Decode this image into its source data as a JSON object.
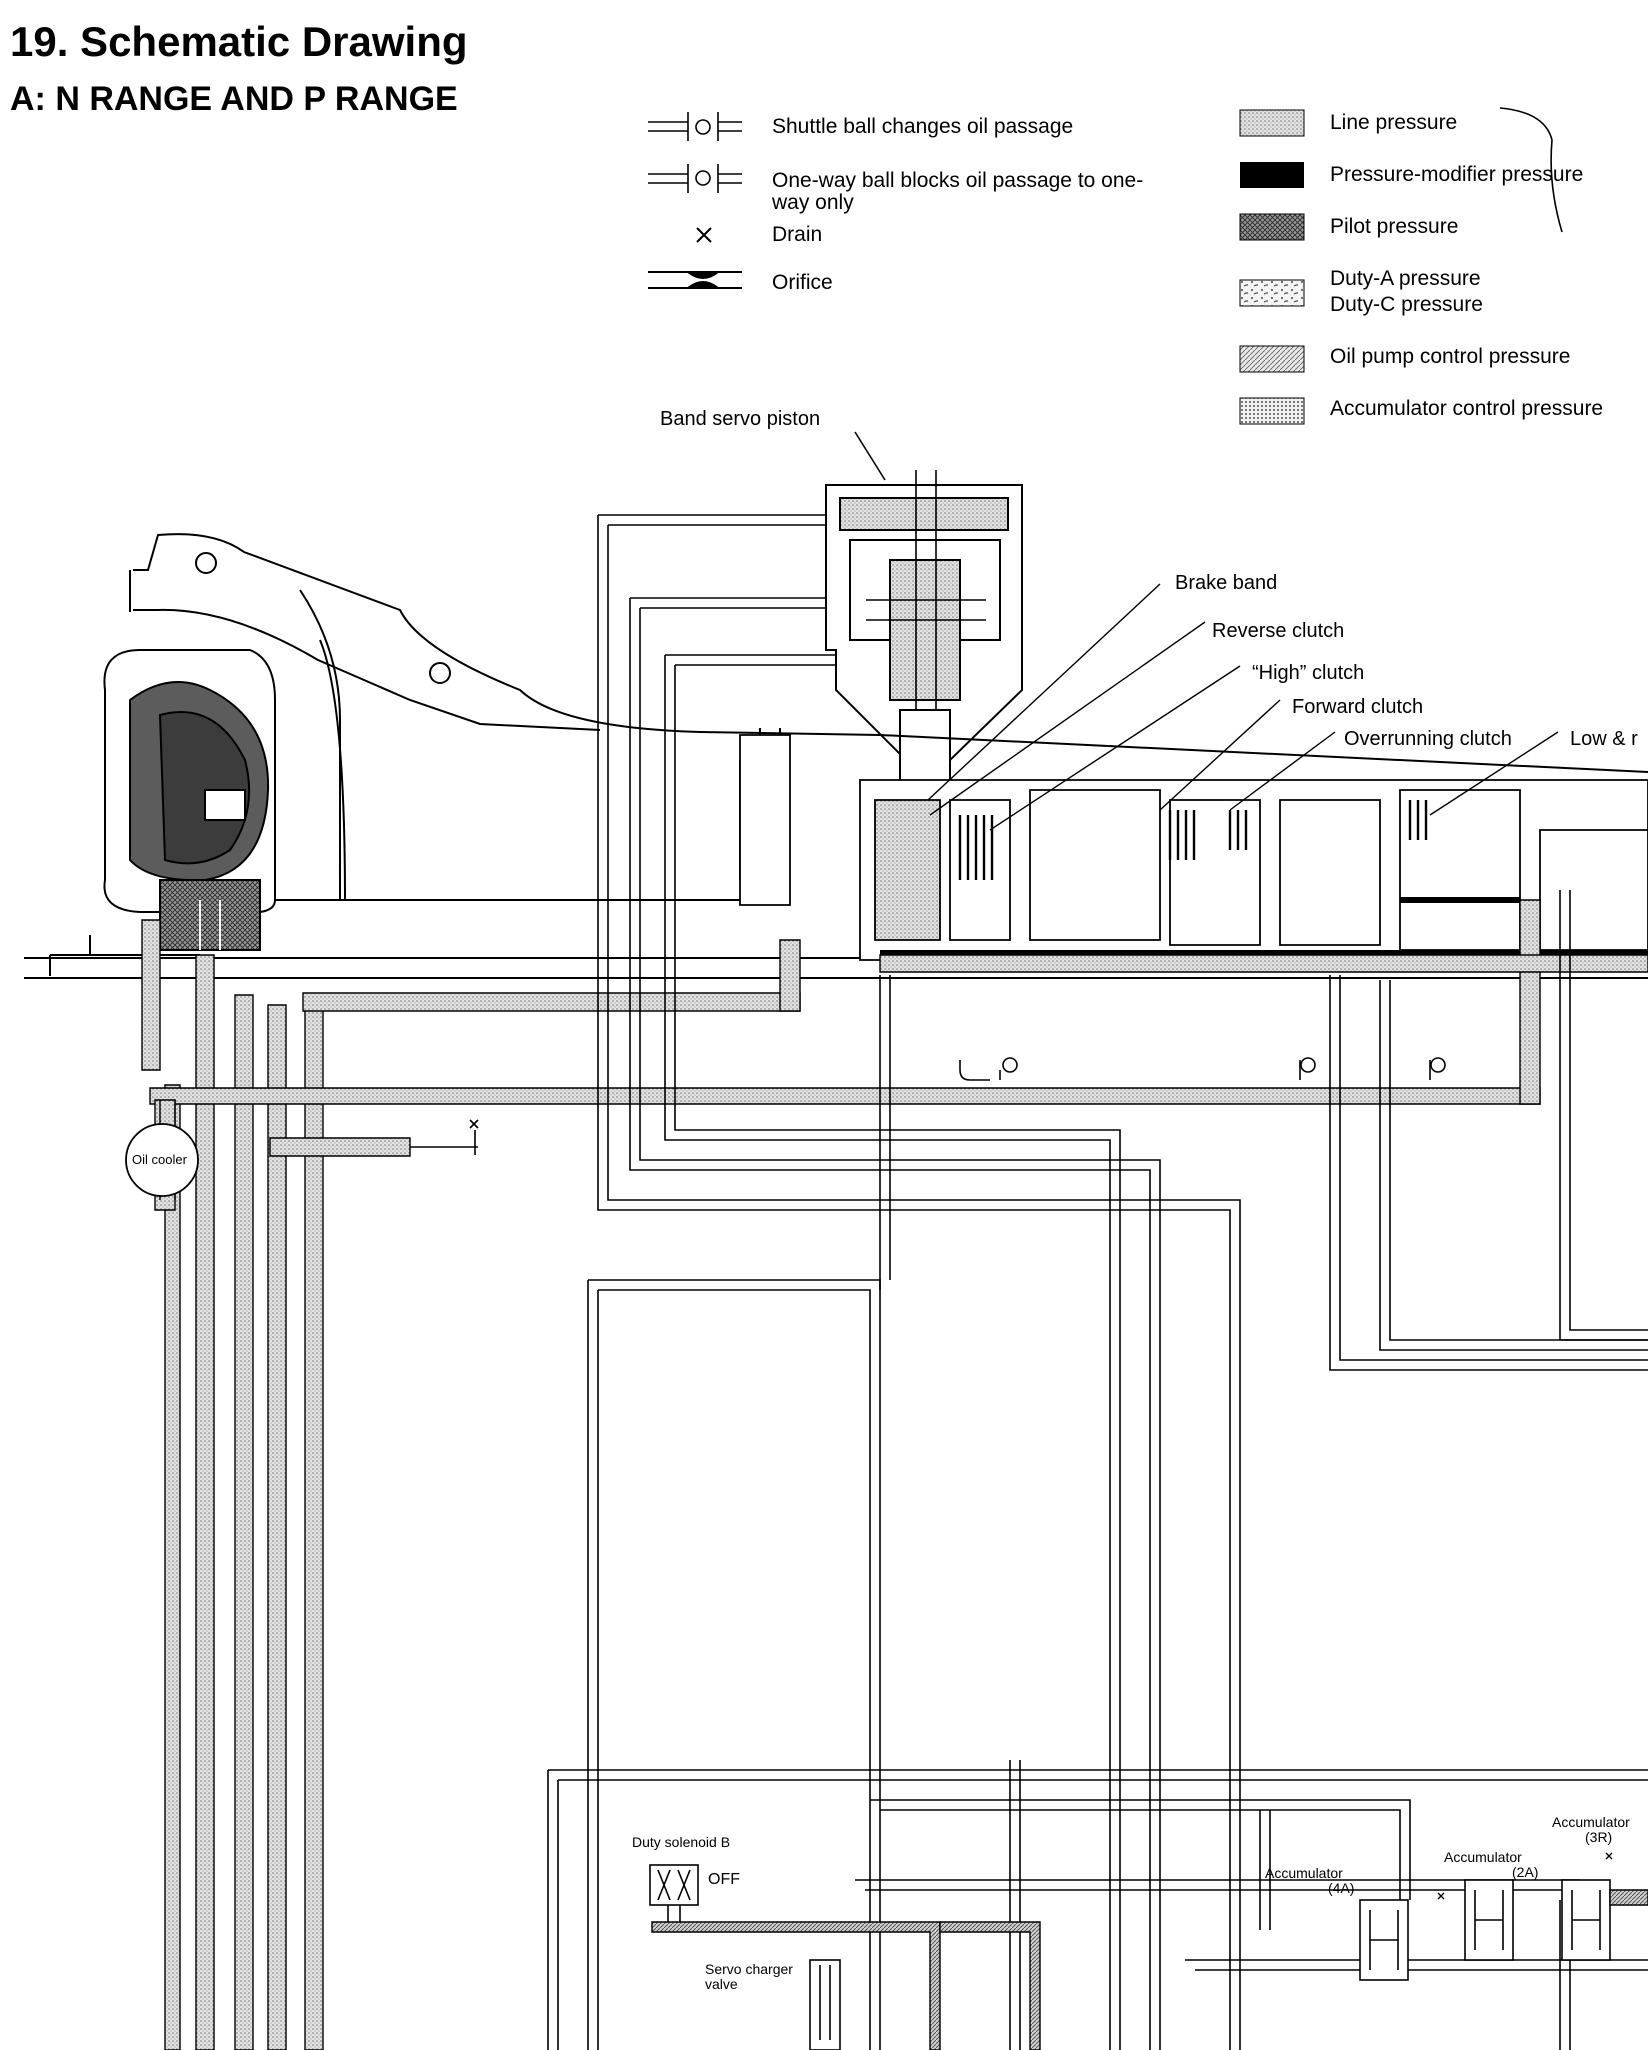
{
  "header": {
    "title": "19. Schematic Drawing",
    "subtitle": "A: N RANGE AND P RANGE"
  },
  "symbol_legend": [
    {
      "label": "Shuttle ball changes oil passage"
    },
    {
      "label": "One-way ball blocks oil passage to one-way only"
    },
    {
      "label": "Drain"
    },
    {
      "label": "Orifice"
    }
  ],
  "pressure_legend": [
    {
      "label": "Line pressure",
      "pattern": "line"
    },
    {
      "label": "Pressure-modifier pressure",
      "pattern": "solid"
    },
    {
      "label": "Pilot pressure",
      "pattern": "pilot"
    },
    {
      "label": "Duty-A pressure",
      "pattern": "duty"
    },
    {
      "label": "Duty-C pressure",
      "pattern": "duty"
    },
    {
      "label": "Oil pump control pressure",
      "pattern": "oilpump"
    },
    {
      "label": "Accumulator control pressure",
      "pattern": "accum"
    }
  ],
  "callouts": {
    "band_servo_piston": "Band servo piston",
    "brake_band": "Brake band",
    "reverse_clutch": "Reverse clutch",
    "high_clutch": "“High” clutch",
    "forward_clutch": "Forward clutch",
    "overrunning_clutch": "Overrunning clutch",
    "low_reverse": "Low & r",
    "oil_cooler": "Oil cooler",
    "duty_solenoid_b": "Duty solenoid B",
    "off": "OFF",
    "servo_charger_valve_1": "Servo charger",
    "servo_charger_valve_2": "valve",
    "accumulator_4a_1": "Accumulator",
    "accumulator_4a_2": "(4A)",
    "accumulator_2a_1": "Accumulator",
    "accumulator_2a_2": "(2A)",
    "accumulator_3r_1": "Accumulator",
    "accumulator_3r_2": "(3R)"
  },
  "colors": {
    "line_pressure_fill": "#bdbdbd",
    "pressure_modifier": "#000000",
    "pilot_fill": "#6f6f6f",
    "hatch": "#8a8a8a"
  }
}
